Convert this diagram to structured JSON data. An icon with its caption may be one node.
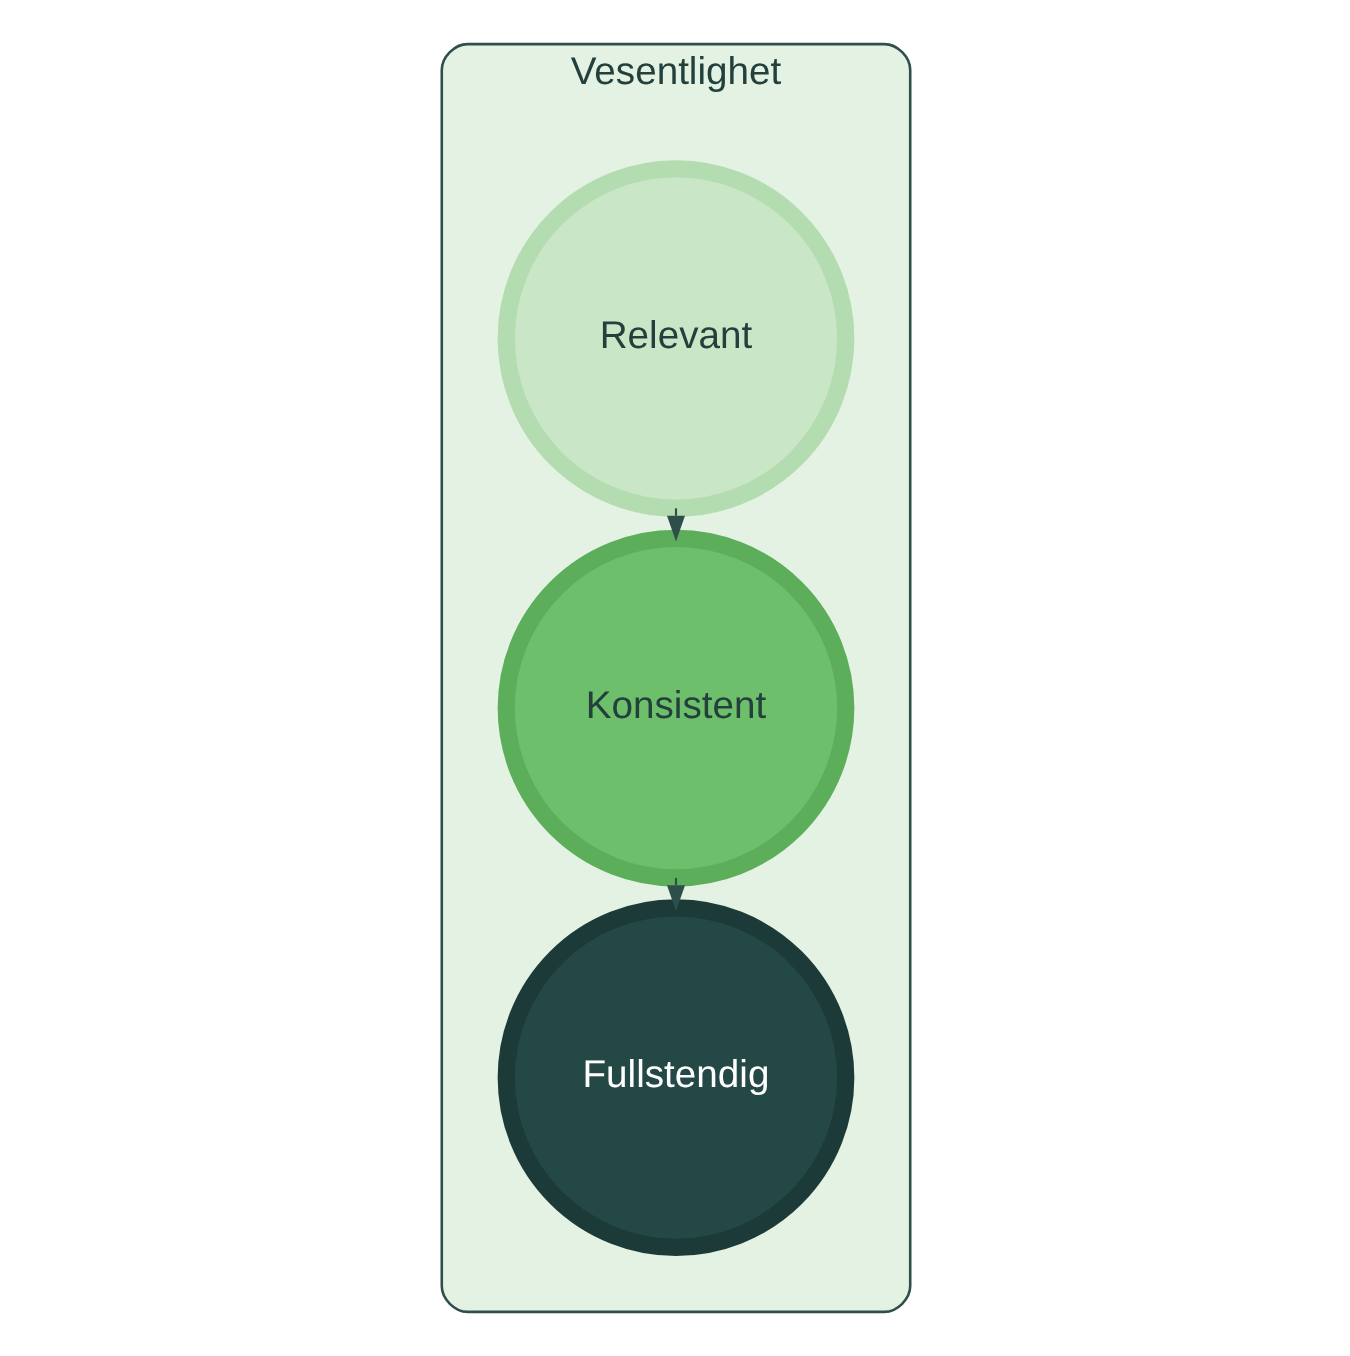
{
  "diagram": {
    "nodes": [
      {
        "text": [
          "Vesentlighet"
        ]
      },
      {
        "text": [
          "Relevant"
        ],
        "in": 0
      },
      {
        "text": [
          "Konsistent"
        ],
        "in": 0
      },
      {
        "text": [
          "Fullstendig"
        ],
        "in": 0
      }
    ],
    "edges": [
      {
        "from": 1,
        "to": 2,
        "arrow": "to"
      },
      {
        "from": 2,
        "to": 3,
        "arrow": "to"
      }
    ]
  }
}
